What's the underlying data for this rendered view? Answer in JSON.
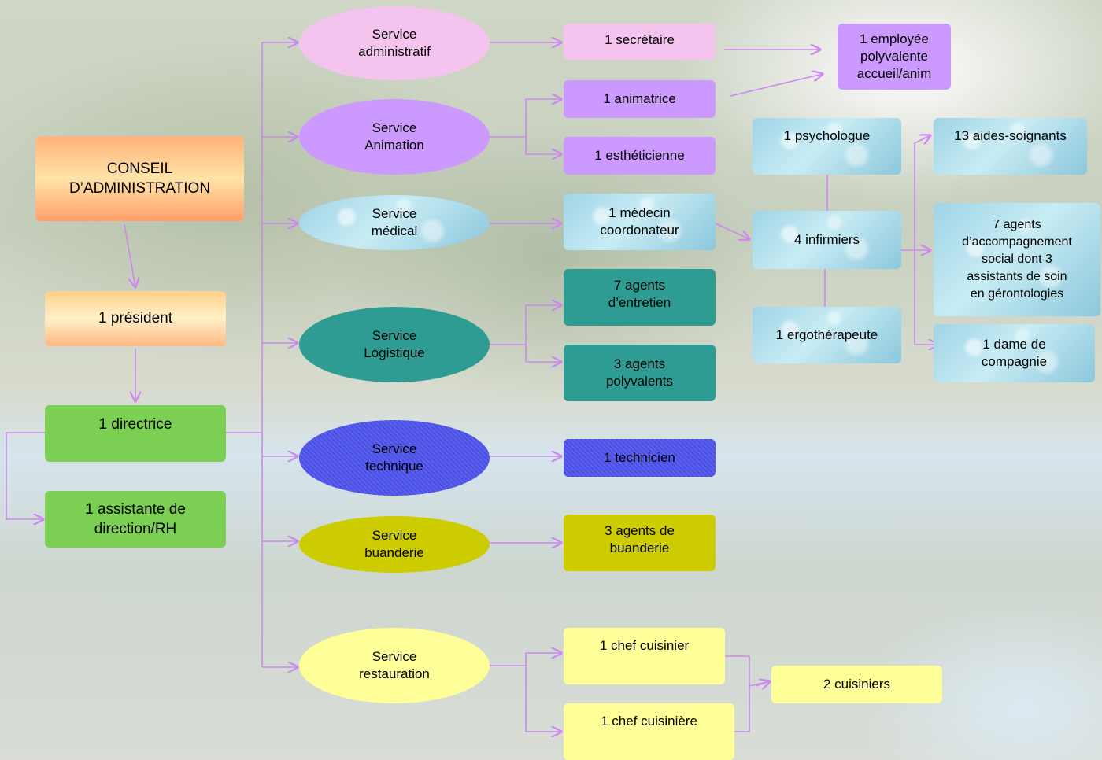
{
  "colors": {
    "connector": "#cc88ee"
  },
  "nodes": {
    "conseil": "CONSEIL\nD’ADMINISTRATION",
    "president": "1 président",
    "directrice": "1 directrice",
    "assistante": "1 assistante de\ndirection/RH",
    "svc_admin": "Service\nadministratif",
    "svc_anim": "Service\nAnimation",
    "svc_medical": "Service\nmédical",
    "svc_logistique": "Service\nLogistique",
    "svc_technique": "Service\ntechnique",
    "svc_buanderie": "Service\nbuanderie",
    "svc_restauration": "Service\nrestauration",
    "secretaire": "1 secrétaire",
    "employee": "1 employée\npolyvalente\naccueil/anim",
    "animatrice": "1 animatrice",
    "estheticienne": "1 esthéticienne",
    "medecin": "1 médecin\ncoordonateur",
    "psychologue": "1 psychologue",
    "infirmiers": "4 infirmiers",
    "ergotherapeute": "1 ergothérapeute",
    "aides_soignants": "13 aides-soignants",
    "agents_accomp": "7  agents\nd’accompagnement\nsocial dont 3\nassistants de soin\nen gérontologies",
    "dame_compagnie": "1 dame de\ncompagnie",
    "agents_entretien": "7 agents\nd’entretien",
    "agents_polyvalents": "3 agents\npolyvalents",
    "technicien": "1 technicien",
    "agents_buanderie": "3 agents  de\nbuanderie",
    "chef_cuisinier": "1 chef cuisinier",
    "chef_cuisiniere": "1 chef cuisinière",
    "cuisiniers": "2 cuisiniers"
  }
}
